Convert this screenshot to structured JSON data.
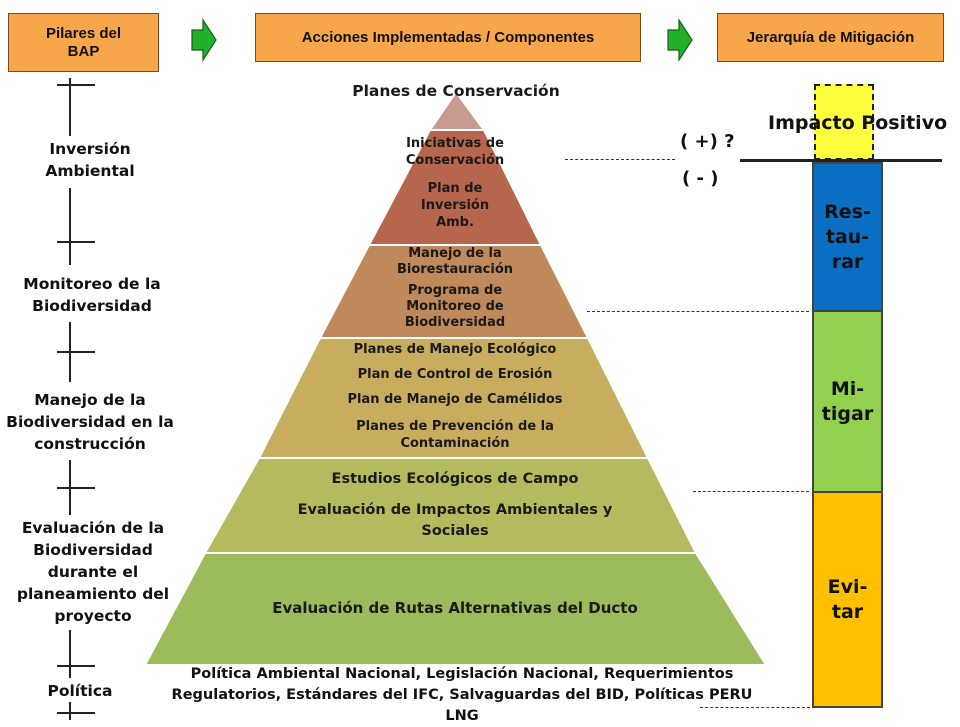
{
  "headers": {
    "pillars": "Pilares del BAP",
    "actions": "Acciones Implementadas / Componentes",
    "hierarchy": "Jerarquía de Mitigación"
  },
  "pillars": [
    "Inversión Ambiental",
    "Monitoreo de la Biodiversidad",
    "Manejo de la Biodiversidad en la construcción",
    "Evaluación de la Biodiversidad durante el planeamiento del proyecto",
    "Política"
  ],
  "pyramid": {
    "apex_label": "Planes de Conservación",
    "tier1": [
      "Iniciativas de Conservación",
      "Plan de Inversión Amb."
    ],
    "tier2": [
      "Manejo de la Biorestauración",
      "Programa de Monitoreo de Biodiversidad"
    ],
    "tier3": [
      "Planes de Manejo Ecológico",
      "Plan de Control de Erosión",
      "Plan de Manejo de Camélidos",
      "Planes de Prevención de la Contaminación"
    ],
    "tier4": [
      "Estudios Ecológicos de Campo",
      "Evaluación de Impactos Ambientales y Sociales"
    ],
    "tier5": [
      "Evaluación de Rutas Alternativas del Ducto"
    ],
    "base": "Política Ambiental Nacional, Legislación Nacional, Requerimientos Regulatorios, Estándares del IFC, Salvaguardas del BID, Políticas PERU LNG",
    "colors": [
      "#c99a8f",
      "#b5664d",
      "#c0895c",
      "#c8ad5e",
      "#b6ba5e",
      "#9cbb5a"
    ]
  },
  "hierarchy": {
    "positive_label": "Impacto Positivo",
    "plus_sign": "( +) ?",
    "minus_sign": "( - )",
    "restore": "Res- tau- rar",
    "mitigate": "Mi- tigar",
    "avoid": "Evi- tar",
    "colors": {
      "positive": "#ffff40",
      "restore": "#0a6fc2",
      "mitigate": "#92d050",
      "avoid": "#ffc000"
    }
  },
  "arrow_color": "#22b12a"
}
